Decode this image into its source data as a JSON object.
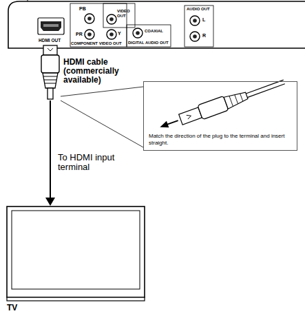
{
  "diagram": {
    "nodes": [
      {
        "text": [
          "Match the direction of the plug to the terminal and insert straight."
        ]
      },
      {
        "text": [
          "TV"
        ]
      }
    ],
    "labels": [
      "PB",
      "VIDEO OUT",
      "PR",
      "Y",
      "HDMI OUT",
      "COMPONENT VIDEO OUT",
      "COAXIAL",
      "DIGITAL AUDIO OUT",
      "AUDIO OUT",
      "L",
      "R",
      "HDMI cable (commercially available)",
      "To HDMI input terminal"
    ]
  }
}
